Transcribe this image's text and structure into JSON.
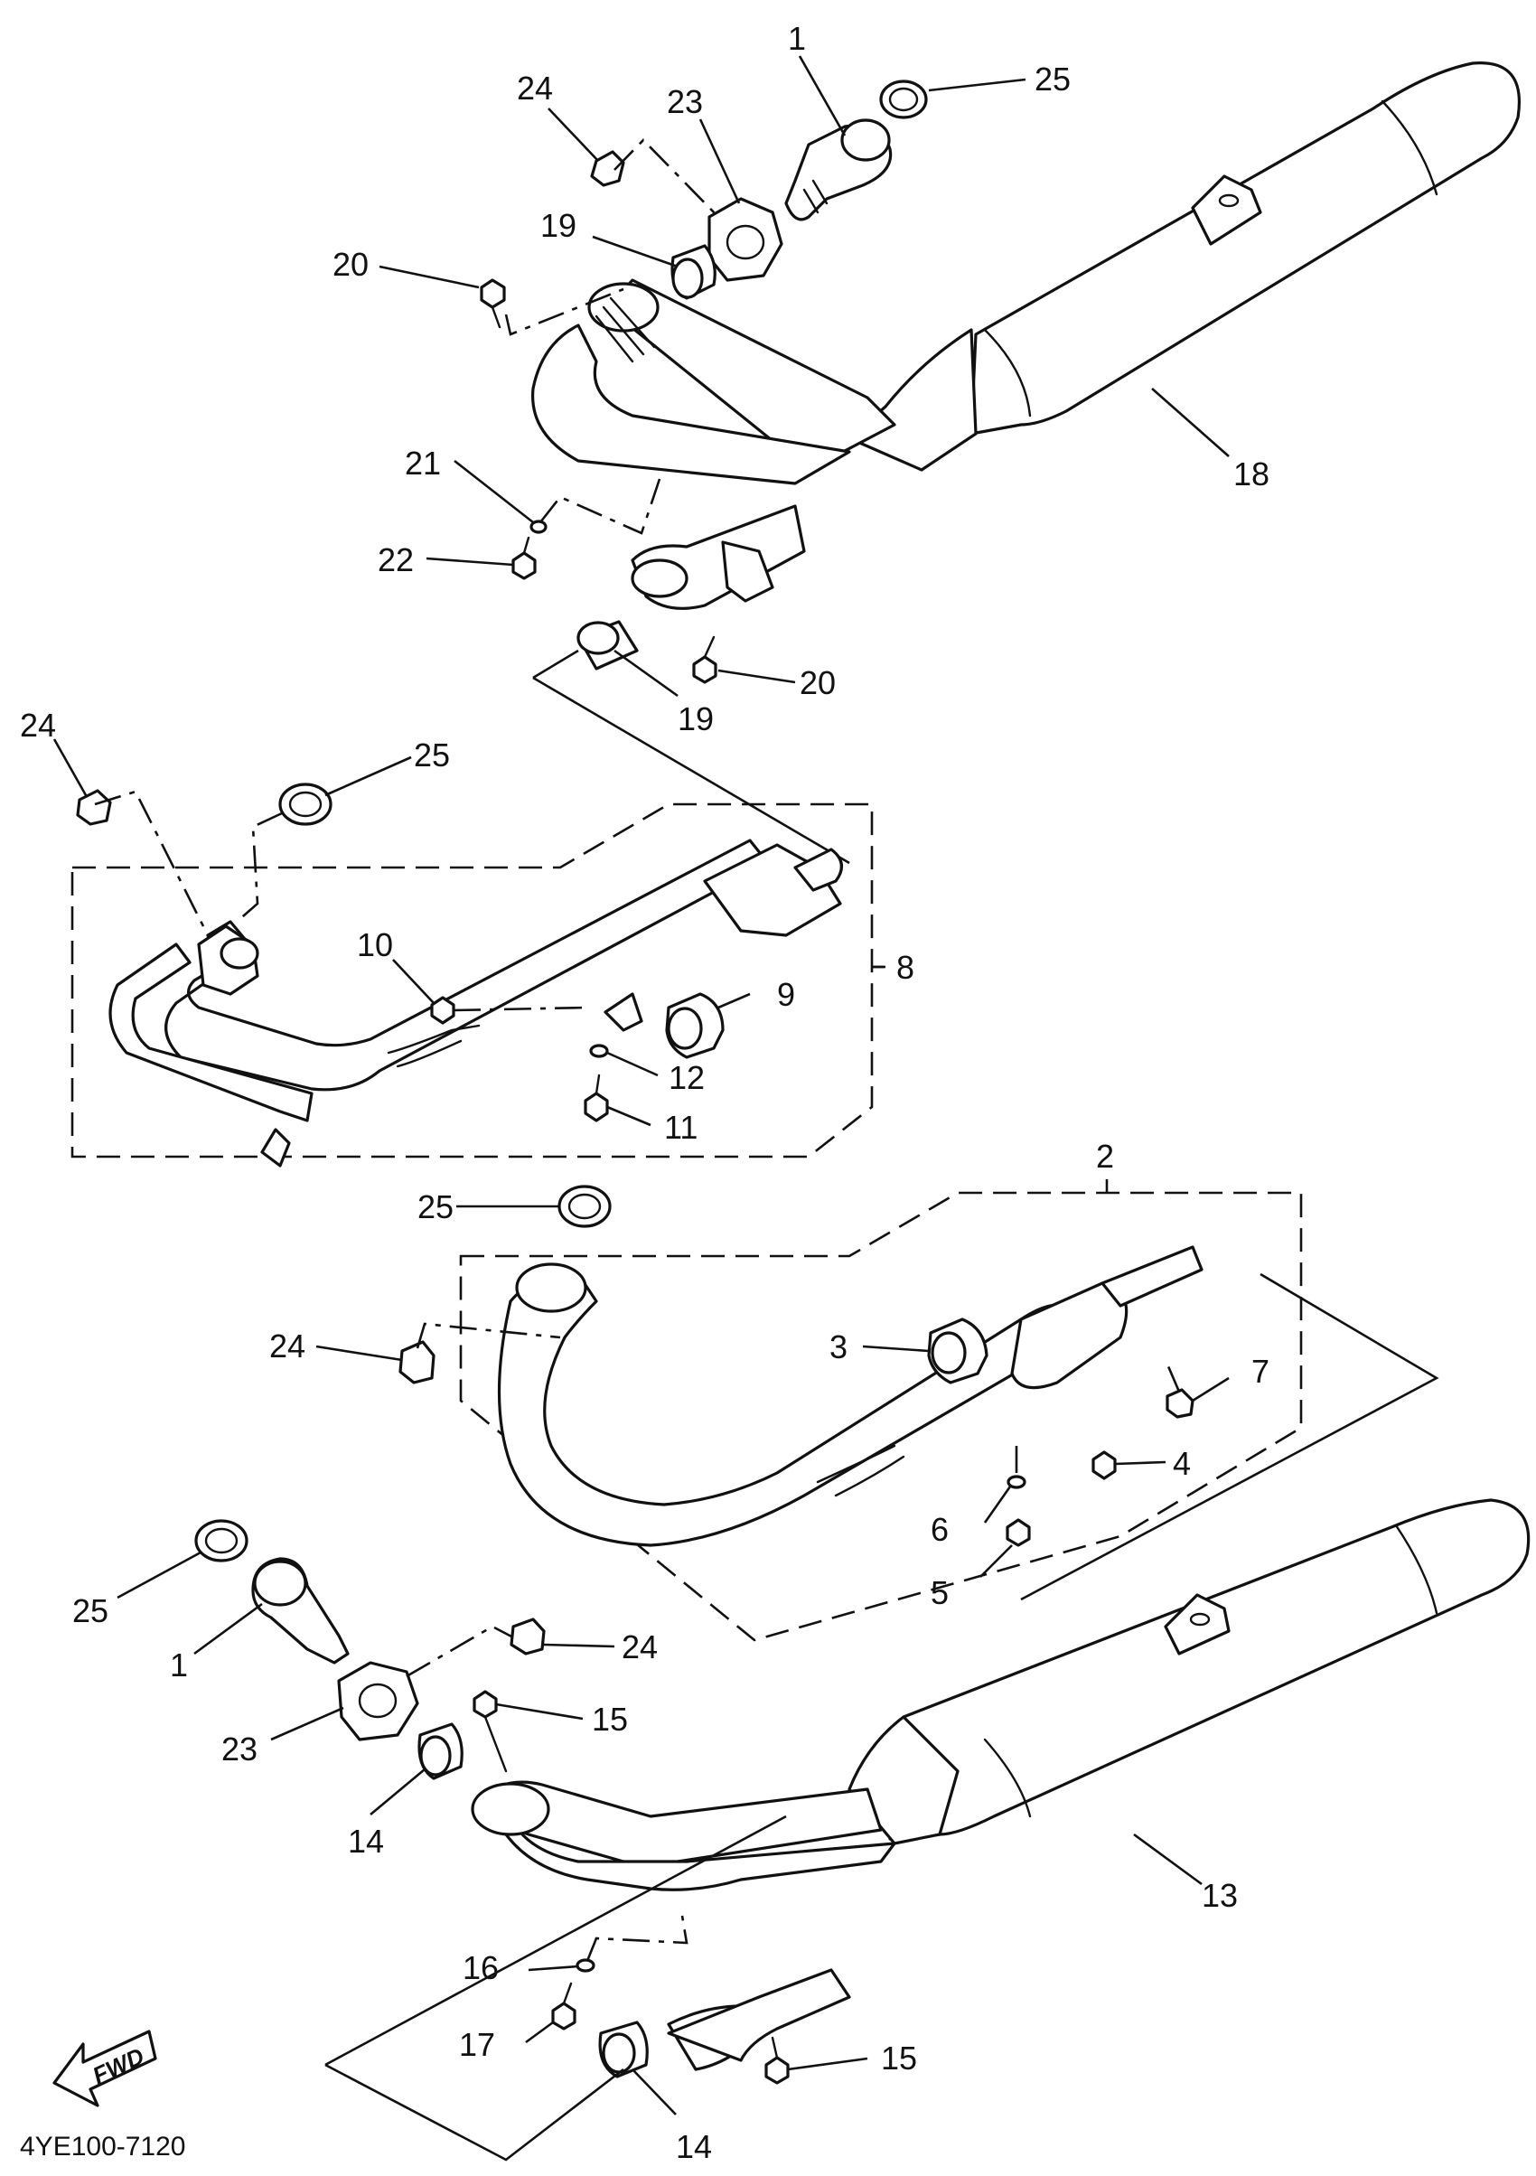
{
  "diagram": {
    "drawing_code": "4YE100-7120",
    "fwd_label": "FWD",
    "callouts": [
      {
        "id": "c1a",
        "text": "1"
      },
      {
        "id": "c25a",
        "text": "25"
      },
      {
        "id": "c24a",
        "text": "24"
      },
      {
        "id": "c23a",
        "text": "23"
      },
      {
        "id": "c19a",
        "text": "19"
      },
      {
        "id": "c20a",
        "text": "20"
      },
      {
        "id": "c18",
        "text": "18"
      },
      {
        "id": "c21",
        "text": "21"
      },
      {
        "id": "c22",
        "text": "22"
      },
      {
        "id": "c20b",
        "text": "20"
      },
      {
        "id": "c19b",
        "text": "19"
      },
      {
        "id": "c24b",
        "text": "24"
      },
      {
        "id": "c25b",
        "text": "25"
      },
      {
        "id": "c10",
        "text": "10"
      },
      {
        "id": "c8",
        "text": "8"
      },
      {
        "id": "c9",
        "text": "9"
      },
      {
        "id": "c12",
        "text": "12"
      },
      {
        "id": "c11",
        "text": "11"
      },
      {
        "id": "c2",
        "text": "2"
      },
      {
        "id": "c25c",
        "text": "25"
      },
      {
        "id": "c24c",
        "text": "24"
      },
      {
        "id": "c3",
        "text": "3"
      },
      {
        "id": "c7",
        "text": "7"
      },
      {
        "id": "c4",
        "text": "4"
      },
      {
        "id": "c6",
        "text": "6"
      },
      {
        "id": "c5",
        "text": "5"
      },
      {
        "id": "c25d",
        "text": "25"
      },
      {
        "id": "c1b",
        "text": "1"
      },
      {
        "id": "c24d",
        "text": "24"
      },
      {
        "id": "c15a",
        "text": "15"
      },
      {
        "id": "c23b",
        "text": "23"
      },
      {
        "id": "c14a",
        "text": "14"
      },
      {
        "id": "c13",
        "text": "13"
      },
      {
        "id": "c16",
        "text": "16"
      },
      {
        "id": "c17",
        "text": "17"
      },
      {
        "id": "c15b",
        "text": "15"
      },
      {
        "id": "c14b",
        "text": "14"
      }
    ]
  }
}
